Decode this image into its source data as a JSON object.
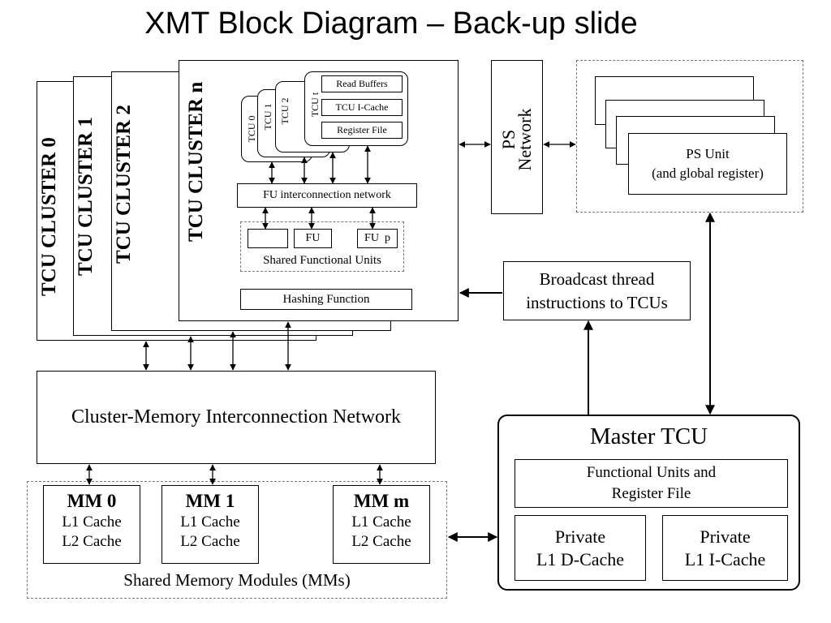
{
  "title": "XMT Block Diagram – Back-up slide",
  "clusters": {
    "c0": "TCU CLUSTER 0",
    "c1": "TCU CLUSTER 1",
    "c2": "TCU CLUSTER 2",
    "cn": "TCU CLUSTER n"
  },
  "tcus": {
    "t0": "TCU 0",
    "t1": "TCU 1",
    "t2": "TCU 2",
    "tt": "TCU t",
    "read_buffers": "Read Buffers",
    "icache": "TCU I-Cache",
    "register_file": "Register File"
  },
  "fu": {
    "interconnect": "FU interconnection network",
    "fu": "FU",
    "fu_p": "FU  p",
    "shared_label": "Shared Functional Units",
    "hashing": "Hashing Function"
  },
  "ps": {
    "network_line1": "PS",
    "network_line2": "Network",
    "unit": "PS Unit\n(and global register)"
  },
  "broadcast": "Broadcast thread\ninstructions to TCUs",
  "cmin": "Cluster-Memory Interconnection Network",
  "mm": {
    "modules": [
      {
        "name": "MM 0",
        "l1": "L1 Cache",
        "l2": "L2 Cache"
      },
      {
        "name": "MM 1",
        "l1": "L1 Cache",
        "l2": "L2 Cache"
      },
      {
        "name": "MM m",
        "l1": "L1 Cache",
        "l2": "L2 Cache"
      }
    ],
    "label": "Shared Memory Modules (MMs)"
  },
  "master": {
    "title": "Master TCU",
    "fu_rf": "Functional Units and\nRegister File",
    "dcache": "Private\nL1 D-Cache",
    "icache": "Private\nL1 I-Cache"
  }
}
